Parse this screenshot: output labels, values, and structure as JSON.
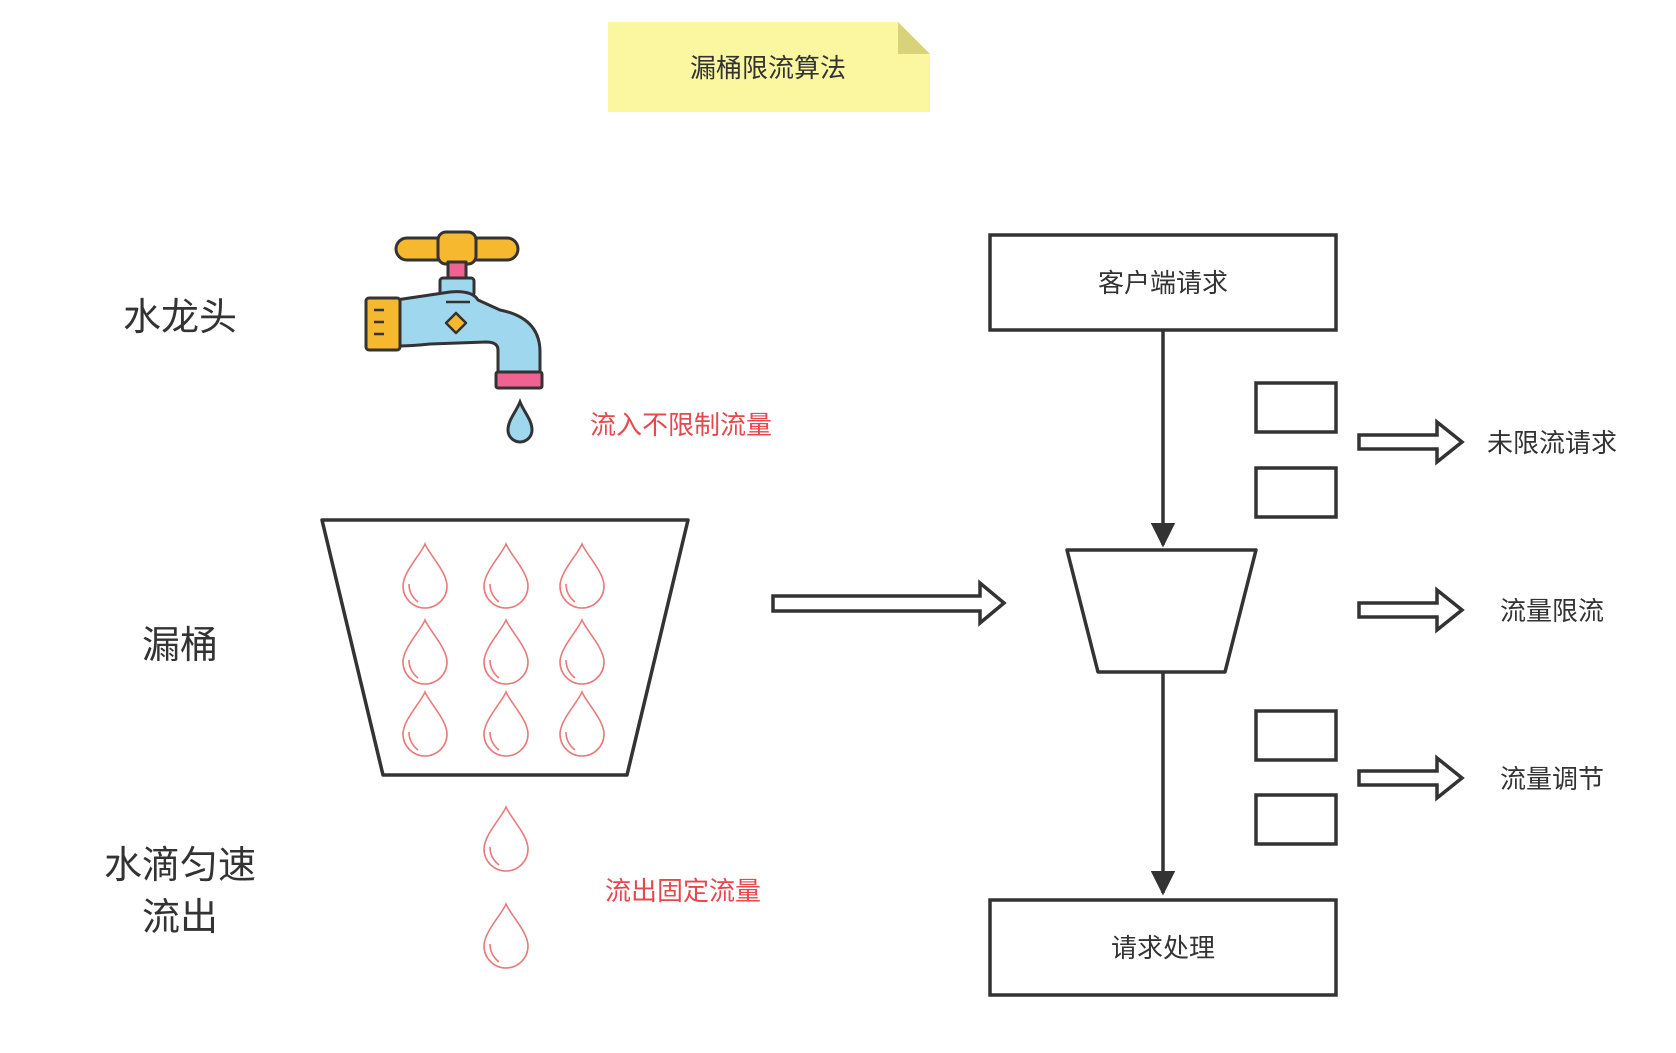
{
  "title": "漏桶限流算法",
  "left_labels": {
    "faucet": "水龙头",
    "bucket": "漏桶",
    "drip_line1": "水滴匀速",
    "drip_line2": "流出"
  },
  "annotations": {
    "inflow": "流入不限制流量",
    "outflow": "流出固定流量"
  },
  "flow": {
    "client_request": "客户端请求",
    "request_handling": "请求处理"
  },
  "right_labels": {
    "unlimited": "未限流请求",
    "rate_limit": "流量限流",
    "regulate": "流量调节"
  },
  "colors": {
    "note_bg": "#fbf7a1",
    "note_fold": "#d8d37a",
    "red_text": "#e5484d",
    "drop_outline": "#e87a7a",
    "faucet_yellow": "#f5b82e",
    "faucet_blue": "#9fd8ee",
    "faucet_pink": "#f06292",
    "line": "#333333"
  },
  "icons": {
    "faucet": "faucet-icon",
    "drop": "water-drop-icon"
  }
}
